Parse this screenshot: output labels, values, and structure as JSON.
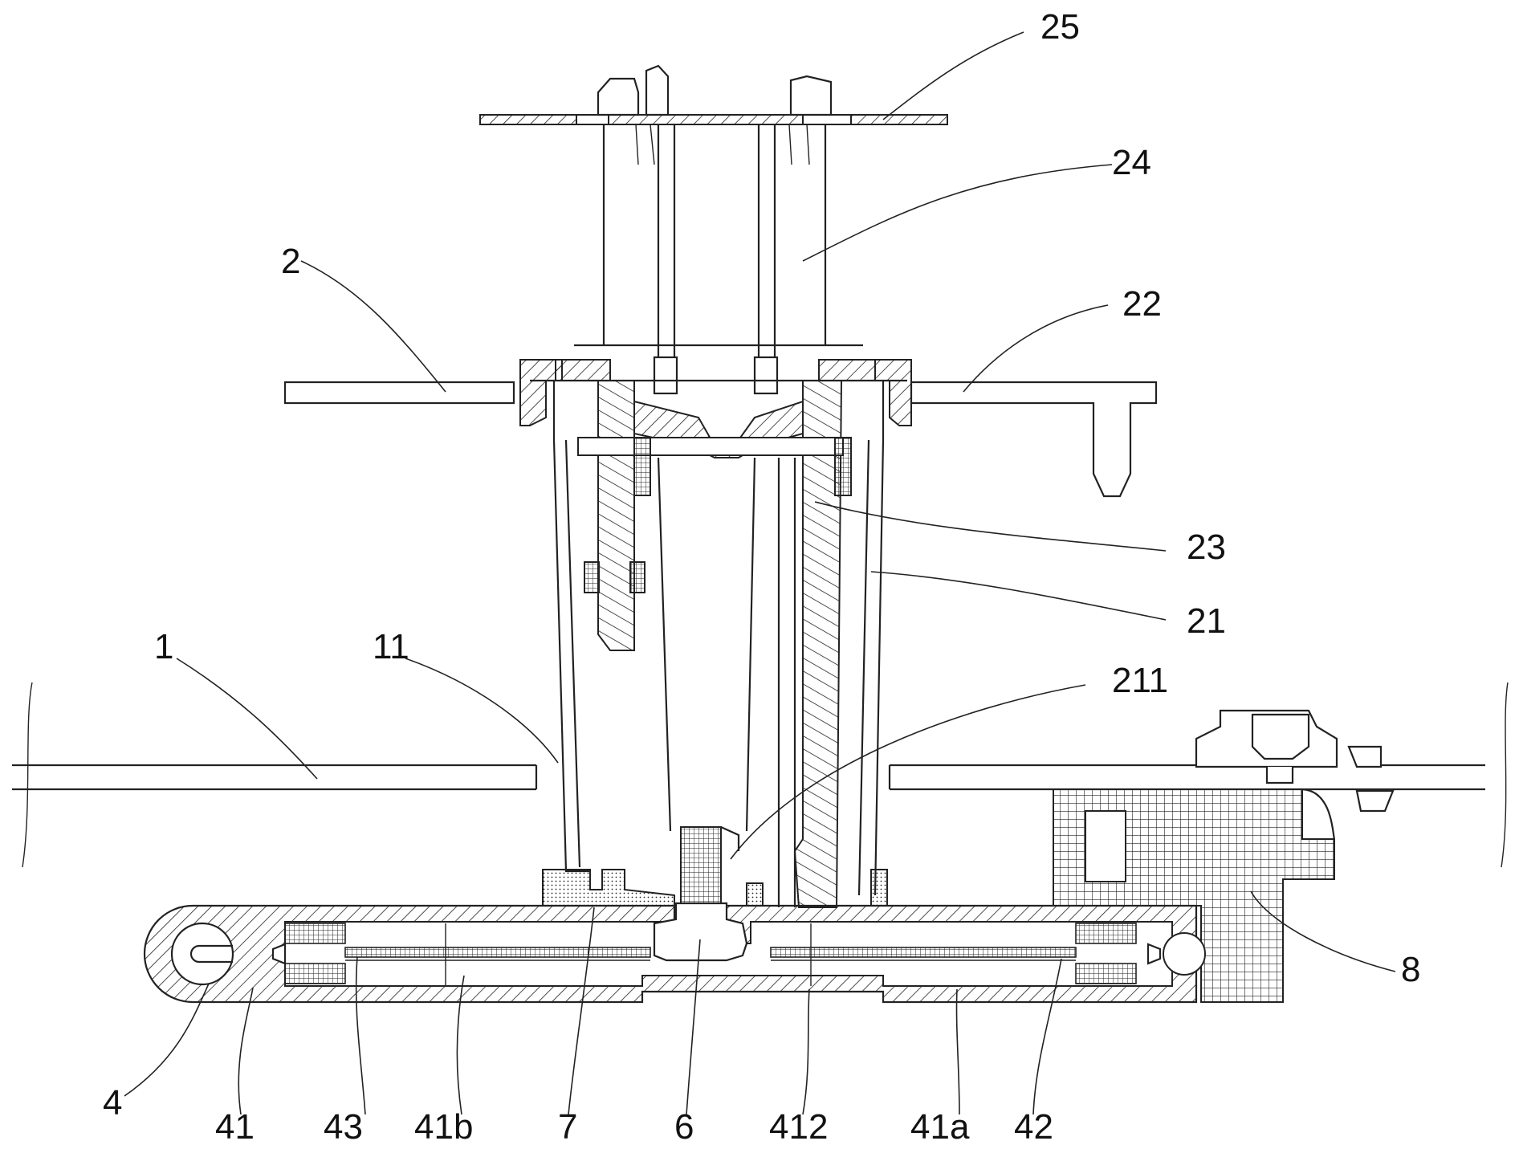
{
  "figure": {
    "labels": [
      {
        "id": "label-25",
        "text": "25"
      },
      {
        "id": "label-24",
        "text": "24"
      },
      {
        "id": "label-2",
        "text": "2"
      },
      {
        "id": "label-22",
        "text": "22"
      },
      {
        "id": "label-23",
        "text": "23"
      },
      {
        "id": "label-21",
        "text": "21"
      },
      {
        "id": "label-1",
        "text": "1"
      },
      {
        "id": "label-11",
        "text": "11"
      },
      {
        "id": "label-211",
        "text": "211"
      },
      {
        "id": "label-8",
        "text": "8"
      },
      {
        "id": "label-4",
        "text": "4"
      },
      {
        "id": "label-41",
        "text": "41"
      },
      {
        "id": "label-43",
        "text": "43"
      },
      {
        "id": "label-41b",
        "text": "41b"
      },
      {
        "id": "label-7",
        "text": "7"
      },
      {
        "id": "label-6",
        "text": "6"
      },
      {
        "id": "label-412",
        "text": "412"
      },
      {
        "id": "label-41a",
        "text": "41a"
      },
      {
        "id": "label-42",
        "text": "42"
      }
    ]
  }
}
